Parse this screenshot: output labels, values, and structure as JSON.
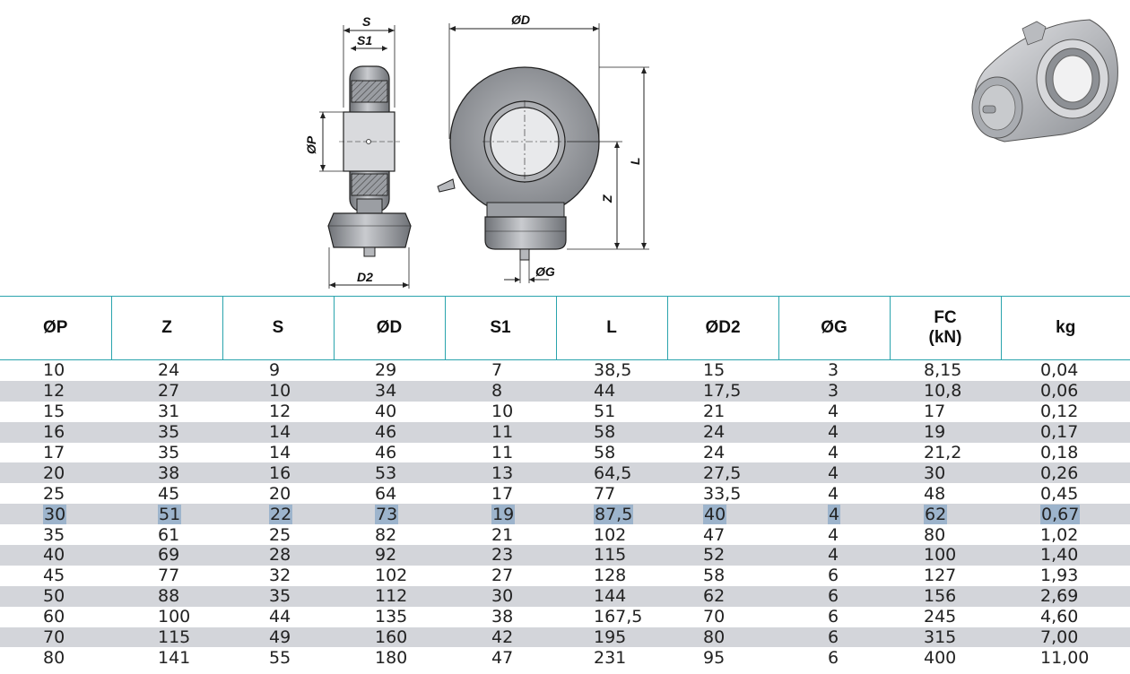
{
  "drawing": {
    "labels": {
      "s": "S",
      "s1": "S1",
      "p": "ØP",
      "d2": "D2",
      "d": "ØD",
      "l": "L",
      "z": "Z",
      "g": "ØG"
    },
    "colors": {
      "metal": "#8e9196",
      "metal_light": "#c2c4c8",
      "outline": "#222222"
    }
  },
  "table": {
    "headers": [
      {
        "line1": "ØP",
        "line2": ""
      },
      {
        "line1": "Z",
        "line2": ""
      },
      {
        "line1": "S",
        "line2": ""
      },
      {
        "line1": "ØD",
        "line2": ""
      },
      {
        "line1": "S1",
        "line2": ""
      },
      {
        "line1": "L",
        "line2": ""
      },
      {
        "line1": "ØD2",
        "line2": ""
      },
      {
        "line1": "ØG",
        "line2": ""
      },
      {
        "line1": "FC",
        "line2": "(kN)"
      },
      {
        "line1": "kg",
        "line2": ""
      }
    ],
    "rows": [
      [
        "10",
        "24",
        "9",
        "29",
        "7",
        "38,5",
        "15",
        "3",
        "8,15",
        "0,04"
      ],
      [
        "12",
        "27",
        "10",
        "34",
        "8",
        "44",
        "17,5",
        "3",
        "10,8",
        "0,06"
      ],
      [
        "15",
        "31",
        "12",
        "40",
        "10",
        "51",
        "21",
        "4",
        "17",
        "0,12"
      ],
      [
        "16",
        "35",
        "14",
        "46",
        "11",
        "58",
        "24",
        "4",
        "19",
        "0,17"
      ],
      [
        "17",
        "35",
        "14",
        "46",
        "11",
        "58",
        "24",
        "4",
        "21,2",
        "0,18"
      ],
      [
        "20",
        "38",
        "16",
        "53",
        "13",
        "64,5",
        "27,5",
        "4",
        "30",
        "0,26"
      ],
      [
        "25",
        "45",
        "20",
        "64",
        "17",
        "77",
        "33,5",
        "4",
        "48",
        "0,45"
      ],
      [
        "30",
        "51",
        "22",
        "73",
        "19",
        "87,5",
        "40",
        "4",
        "62",
        "0,67"
      ],
      [
        "35",
        "61",
        "25",
        "82",
        "21",
        "102",
        "47",
        "4",
        "80",
        "1,02"
      ],
      [
        "40",
        "69",
        "28",
        "92",
        "23",
        "115",
        "52",
        "4",
        "100",
        "1,40"
      ],
      [
        "45",
        "77",
        "32",
        "102",
        "27",
        "128",
        "58",
        "6",
        "127",
        "1,93"
      ],
      [
        "50",
        "88",
        "35",
        "112",
        "30",
        "144",
        "62",
        "6",
        "156",
        "2,69"
      ],
      [
        "60",
        "100",
        "44",
        "135",
        "38",
        "167,5",
        "70",
        "6",
        "245",
        "4,60"
      ],
      [
        "70",
        "115",
        "49",
        "160",
        "42",
        "195",
        "80",
        "6",
        "315",
        "7,00"
      ],
      [
        "80",
        "141",
        "55",
        "180",
        "47",
        "231",
        "95",
        "6",
        "400",
        "11,00"
      ]
    ],
    "highlighted_row": 7,
    "colors": {
      "header_rule": "#2aa4ad",
      "shade": "#d3d5da",
      "highlight": "#9db4cc"
    }
  }
}
